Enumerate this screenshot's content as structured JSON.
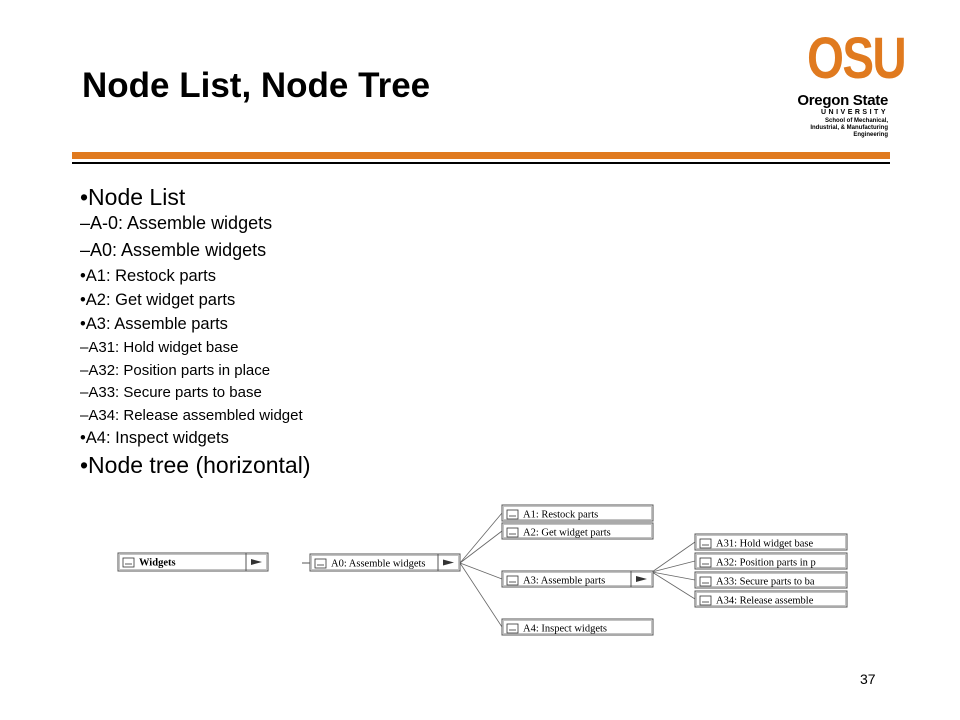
{
  "slide": {
    "title": "Node List, Node Tree",
    "page_number": "37"
  },
  "logo": {
    "mark": "OSU",
    "name": "Oregon State",
    "university": "UNIVERSITY",
    "department_lines": [
      "School of Mechanical,",
      "Industrial, & Manufacturing",
      "Engineering"
    ]
  },
  "accent_colors": {
    "orange": "#e07a1f",
    "black": "#000000"
  },
  "bullets": [
    {
      "level": 1,
      "text": "•Node List"
    },
    {
      "level": 2,
      "text": "–A-0: Assemble widgets"
    },
    {
      "level": 2,
      "text": "–A0: Assemble widgets"
    },
    {
      "level": 3,
      "text": "•A1: Restock parts"
    },
    {
      "level": 3,
      "text": "•A2: Get widget parts"
    },
    {
      "level": 3,
      "text": "•A3: Assemble parts"
    },
    {
      "level": 4,
      "text": "–A31: Hold widget base"
    },
    {
      "level": 4,
      "text": "–A32: Position parts in place"
    },
    {
      "level": 4,
      "text": "–A33: Secure parts to base"
    },
    {
      "level": 4,
      "text": "–A34: Release assembled widget"
    },
    {
      "level": 3,
      "text": "•A4: Inspect widgets"
    },
    {
      "level": 1,
      "text": "•Node tree (horizontal)"
    }
  ],
  "node_tree": {
    "root": "Widgets",
    "a0": "A0: Assemble widgets",
    "level1": [
      "A1: Restock parts",
      "A2: Get widget parts",
      "A3: Assemble parts",
      "A4: Inspect widgets"
    ],
    "level2": [
      "A31: Hold widget base",
      "A32: Position parts in p",
      "A33: Secure parts to ba",
      "A34: Release assemble"
    ],
    "node_icon": "diagram-node-icon",
    "expand_icon": "expand-arrow-icon"
  }
}
